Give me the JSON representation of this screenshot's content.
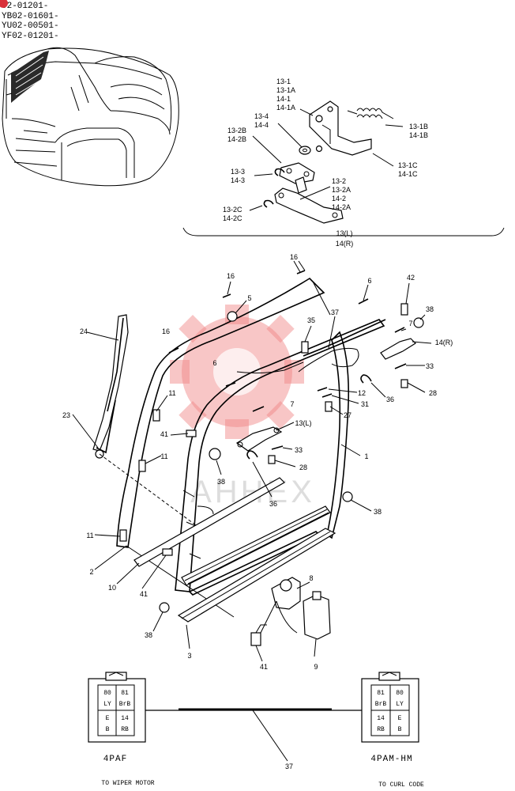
{
  "serials": [
    "02-01201-",
    "YB02-01601-",
    "YU02-00501-",
    "YF02-01201-"
  ],
  "watermark": "AHHEX",
  "detail": {
    "labels": {
      "p13_1": "13-1",
      "p13_1a": "13-1A",
      "p14_1": "14-1",
      "p14_1a": "14-1A",
      "p13_4": "13-4",
      "p14_4": "14-4",
      "p13_2b": "13-2B",
      "p14_2b": "14-2B",
      "p13_1b": "13-1B",
      "p14_1b": "14-1B",
      "p13_1c": "13-1C",
      "p14_1c": "14-1C",
      "p13_3": "13-3",
      "p14_3": "14-3",
      "p13_2": "13-2",
      "p13_2a": "13-2A",
      "p14_2": "14-2",
      "p14_2a": "14-2A",
      "p13_2c": "13-2C",
      "p14_2c": "14-2C",
      "assy_l": "13(L)",
      "assy_r": "14(R)"
    }
  },
  "callouts": {
    "c16a": "16",
    "c16b": "16",
    "c16c": "16",
    "c5": "5",
    "c6a": "6",
    "c6b": "6",
    "c42": "42",
    "c38a": "38",
    "c37a": "37",
    "c35": "35",
    "c7a": "7",
    "c7b": "7",
    "c14r": "14(R)",
    "c24": "24",
    "c33a": "33",
    "c28a": "28",
    "c12": "12",
    "c36a": "36",
    "c31": "31",
    "c27": "27",
    "c11a": "11",
    "c13l": "13(L)",
    "c23": "23",
    "c41a": "41",
    "c33b": "33",
    "c28b": "28",
    "c1": "1",
    "c11b": "11",
    "c38b": "38",
    "c36b": "36",
    "c38c": "38",
    "c11c": "11",
    "c2": "2",
    "c10": "10",
    "c41b": "41",
    "c8": "8",
    "c38d": "38",
    "c3": "3",
    "c41c": "41",
    "c9": "9",
    "c37b": "37"
  },
  "connector_left": {
    "code": "4PAF",
    "caption": "TO WIPER MOTOR",
    "pins": [
      [
        "80",
        "81"
      ],
      [
        "LY",
        "BrB"
      ],
      [
        "E",
        "14"
      ],
      [
        "B",
        "RB"
      ]
    ]
  },
  "connector_right": {
    "code": "4PAM-HM",
    "caption": "TO CURL CODE",
    "pins": [
      [
        "81",
        "80"
      ],
      [
        "BrB",
        "LY"
      ],
      [
        "14",
        "E"
      ],
      [
        "RB",
        "B"
      ]
    ]
  },
  "colors": {
    "watermark": "#f08080",
    "ink": "#000000"
  }
}
